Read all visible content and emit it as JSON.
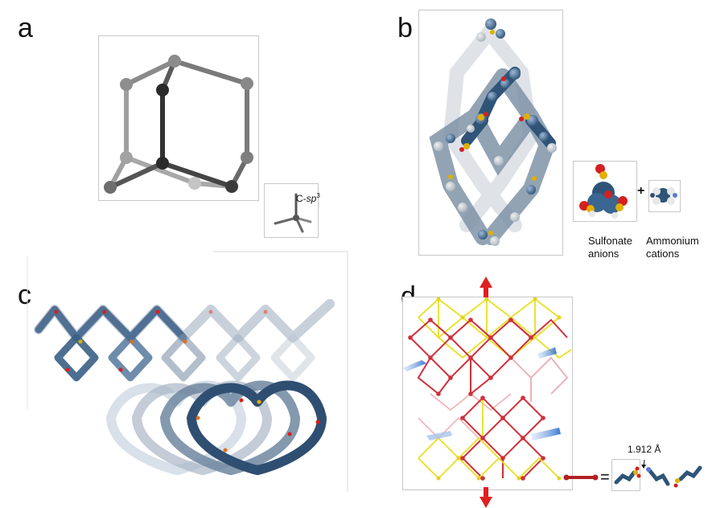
{
  "panels": {
    "a": {
      "label": "a",
      "inset_label_prefix": "C-",
      "inset_label_italic": "sp",
      "inset_label_sup": "3"
    },
    "b": {
      "label": "b",
      "plus": "+",
      "legend": {
        "sulfonate_line1": "Sulfonate",
        "sulfonate_line2": "anions",
        "ammonium_line1": "Ammonium",
        "ammonium_line2": "cations"
      }
    },
    "c": {
      "label": "c"
    },
    "d": {
      "label": "d",
      "equals": "=",
      "distance": "1.912 Å"
    }
  },
  "colors": {
    "node_dark": "#2b2b2b",
    "node_mid": "#6a6a6a",
    "node_light": "#a8a8a8",
    "framework_blue": "#3a5f86",
    "framework_light": "#c7d3e0",
    "oxygen_red": "#d42020",
    "sulfur_yellow": "#e0b000",
    "net_red": "#d0303a",
    "net_yellow": "#e8e020",
    "arrow_red": "#e02020",
    "arrow_blue": "#5a8ad0"
  }
}
